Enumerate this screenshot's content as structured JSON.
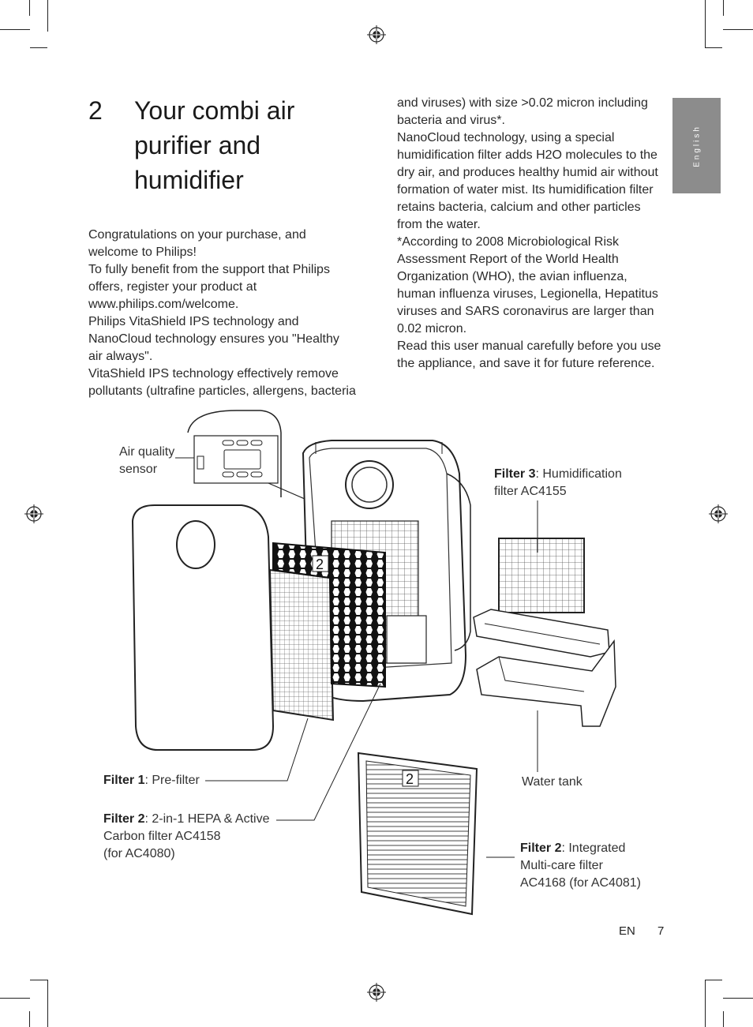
{
  "section": {
    "number": "2",
    "title_lines": [
      "Your combi air",
      "purifier and",
      "humidifier"
    ]
  },
  "intro_left": [
    "Congratulations on your purchase, and",
    "welcome to Philips!",
    "To fully benefit from the support that Philips",
    "offers, register your product at",
    "www.philips.com/welcome.",
    "Philips VitaShield IPS technology and",
    "NanoCloud technology ensures you \"Healthy",
    "air always\".",
    "VitaShield IPS technology effectively remove",
    "pollutants (ultrafine particles, allergens, bacteria"
  ],
  "intro_right": [
    "and viruses) with size >0.02 micron including",
    "bacteria and virus*.",
    "NanoCloud technology, using a special",
    "humidification filter adds H2O molecules to the",
    "dry air, and produces healthy humid air without",
    "formation of water mist. Its humidification filter",
    "retains bacteria, calcium and other particles",
    "from the water.",
    "*According to 2008 Microbiological Risk",
    "Assessment Report of the World Health",
    "Organization (WHO), the avian influenza,",
    "human influenza viruses, Legionella, Hepatitus",
    "viruses and SARS coronavirus are larger than",
    "0.02 micron.",
    "Read this user manual carefully before you use",
    "the appliance, and save it for future reference."
  ],
  "language_tab": "English",
  "labels": {
    "air_quality_sensor": [
      "Air quality",
      "sensor"
    ],
    "filter3_bold": "Filter 3",
    "filter3_rest": ": Humidification",
    "filter3_line2": "filter AC4155",
    "filter1_bold": "Filter 1",
    "filter1_rest": ": Pre-filter",
    "filter2a_bold": "Filter 2",
    "filter2a_rest": ": 2-in-1 HEPA & Active",
    "filter2a_line2": "Carbon filter AC4158",
    "filter2a_line3": "(for AC4080)",
    "water_tank": "Water tank",
    "filter2b_bold": "Filter 2",
    "filter2b_rest": ": Integrated",
    "filter2b_line2": "Multi-care filter",
    "filter2b_line3": "AC4168 (for AC4081)",
    "badge_number": "2"
  },
  "footer": {
    "language": "EN",
    "page": "7"
  }
}
